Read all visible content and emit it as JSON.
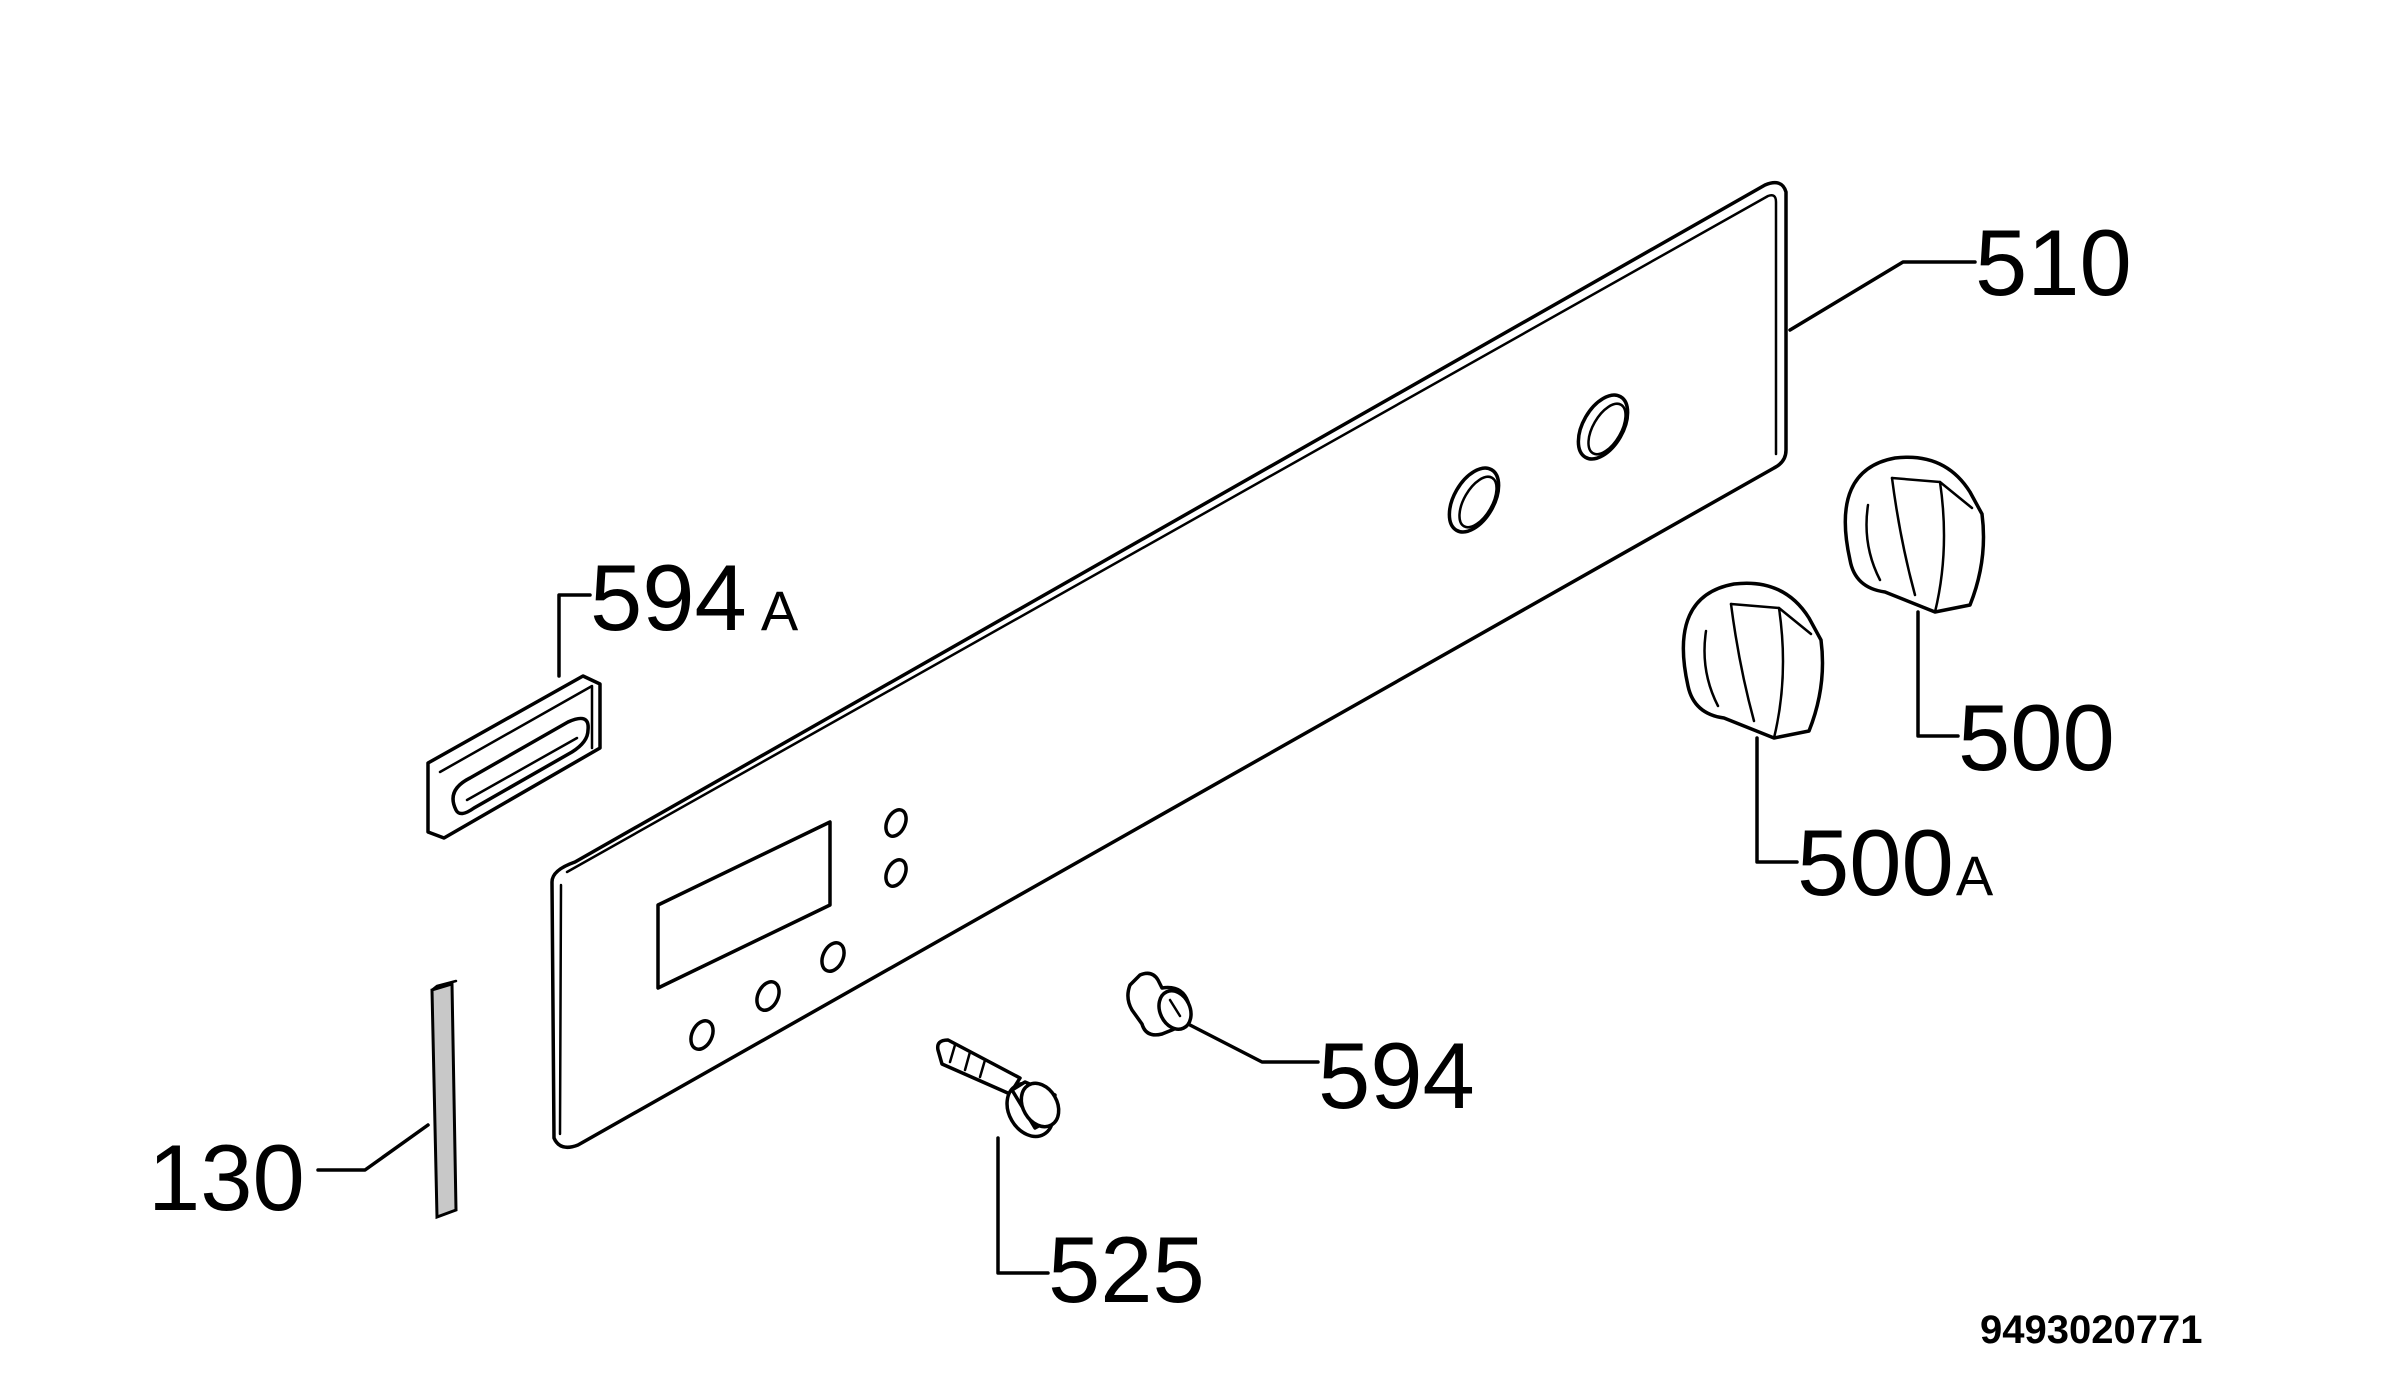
{
  "diagram": {
    "labels": {
      "panel": "510",
      "bracket_num": "594",
      "bracket_suffix": "A",
      "knob_right": "500",
      "knob_left_num": "500",
      "knob_left_suffix": "A",
      "spacer": "594",
      "screw": "525",
      "strip": "130"
    },
    "drawing_code": "9493020771"
  }
}
